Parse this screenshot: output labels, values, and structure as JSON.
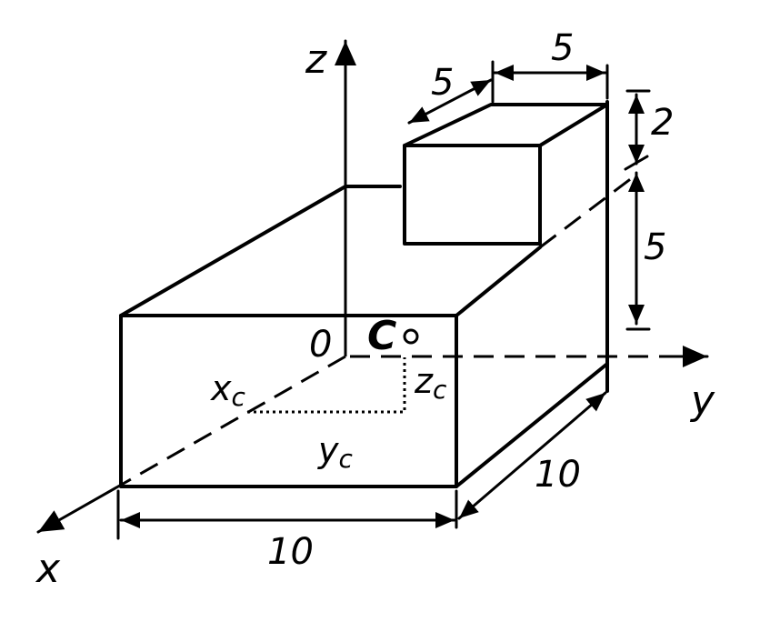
{
  "axes": {
    "x": "x",
    "y": "y",
    "z": "z",
    "origin": "0"
  },
  "centroid": {
    "label": "C",
    "x_label": "x",
    "x_sub": "c",
    "y_label": "y",
    "y_sub": "c",
    "z_label": "z",
    "z_sub": "c"
  },
  "dimensions": {
    "base_width": "10",
    "base_depth": "10",
    "base_height": "5",
    "block_width": "5",
    "block_depth": "5",
    "block_height": "2"
  }
}
